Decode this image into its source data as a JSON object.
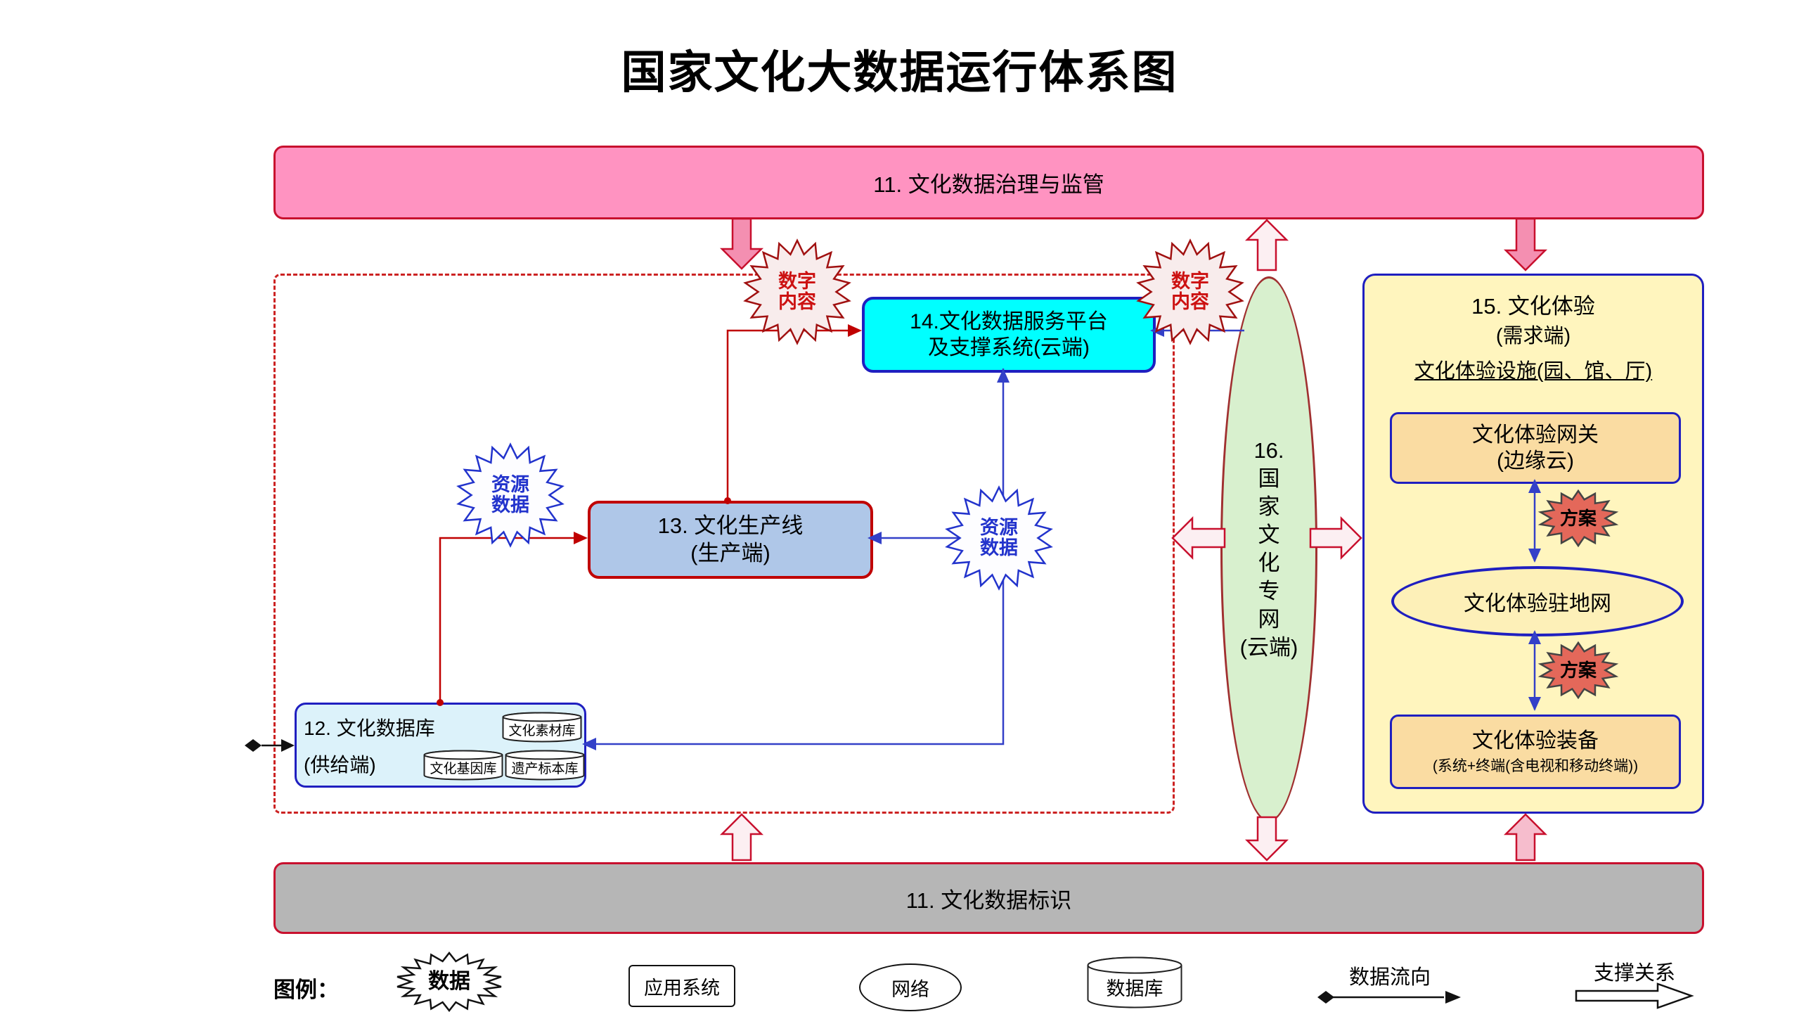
{
  "title": "国家文化大数据运行体系图",
  "banners": {
    "top": "11. 文化数据治理与监管",
    "bottom": "11. 文化数据标识"
  },
  "nodes": {
    "db": {
      "line1": "12. 文化数据库",
      "line2": "(供给端)",
      "cylinders": [
        "文化素材库",
        "文化基因库",
        "遗产标本库"
      ]
    },
    "production": {
      "line1": "13. 文化生产线",
      "line2": "(生产端)"
    },
    "platform": {
      "line1": "14.文化数据服务平台",
      "line2": "及支撑系统(云端)"
    },
    "network": {
      "chars": [
        "16.",
        "国",
        "家",
        "文",
        "化",
        "专",
        "网",
        "(云端)"
      ]
    },
    "experience": {
      "title": "15. 文化体验",
      "subtitle": "(需求端)",
      "facility": "文化体验设施(园、馆、厅)",
      "gateway_line1": "文化体验网关",
      "gateway_line2": "(边缘云)",
      "premises": "文化体验驻地网",
      "equipment_line1": "文化体验装备",
      "equipment_line2": "(系统+终端(含电视和移动终端))",
      "plan": "方案"
    }
  },
  "bursts": {
    "resource": {
      "line1": "资源",
      "line2": "数据"
    },
    "digital": {
      "line1": "数字",
      "line2": "内容"
    }
  },
  "legend": {
    "title": "图例：",
    "data_label": "数据",
    "app_label": "应用系统",
    "network_label": "网络",
    "db_label": "数据库",
    "flow_label": "数据流向",
    "support_label": "支撑关系"
  },
  "colors": {
    "banner_pink": "#FF93C1",
    "banner_gray": "#B6B6B6",
    "platform_cyan": "#00FFFF",
    "production_blue": "#AFC7E8",
    "db_azure": "#DCF2FA",
    "network_green": "#D8F0CE",
    "experience_yellow": "#FFF5BE",
    "experience_tan": "#FADCA2",
    "red_accent": "#C00000",
    "blue_accent": "#1F1FC0"
  }
}
